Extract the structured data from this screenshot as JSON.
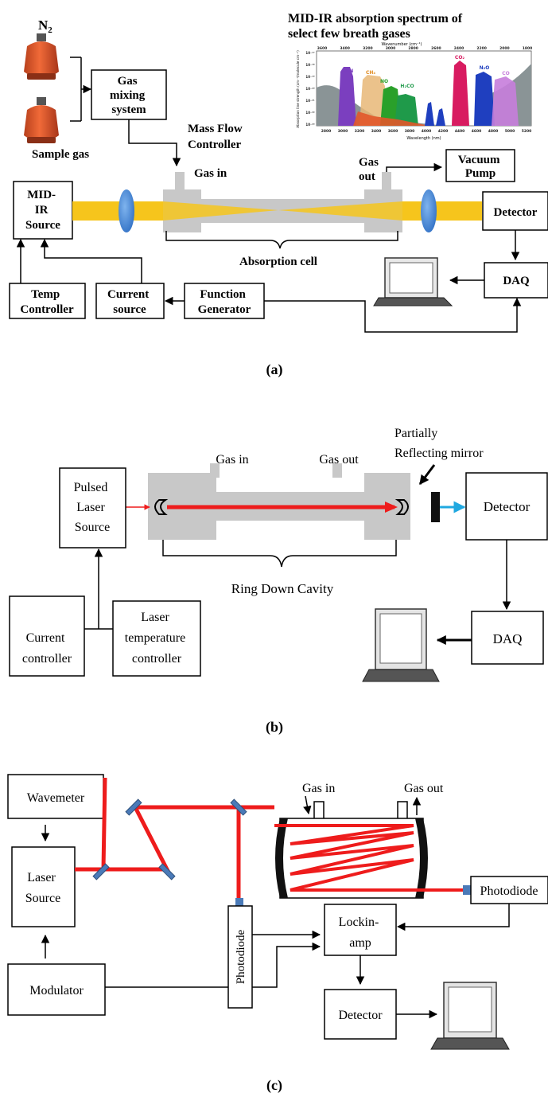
{
  "panel_a": {
    "caption": "(a)",
    "n2_label": "N",
    "n2_subscript": "2",
    "sample_gas_label": "Sample gas",
    "gas_mixing_label_1": "Gas",
    "gas_mixing_label_2": "mixing",
    "gas_mixing_label_3": "system",
    "mfc_label_1": "Mass Flow",
    "mfc_label_2": "Controller",
    "gas_in_label": "Gas in",
    "gas_out_label_1": "Gas",
    "gas_out_label_2": "out",
    "vacuum_pump_label_1": "Vacuum",
    "vacuum_pump_label_2": "Pump",
    "source_label_1": "MID-",
    "source_label_2": "IR",
    "source_label_3": "Source",
    "detector_label": "Detector",
    "absorption_cell_label": "Absorption cell",
    "daq_label": "DAQ",
    "temp_controller_label_1": "Temp",
    "temp_controller_label_2": "Controller",
    "current_source_label_1": "Current",
    "current_source_label_2": "source",
    "function_generator_label_1": "Function",
    "function_generator_label_2": "Generator",
    "spectrum_title_1": "MID-IR absorption spectrum of",
    "spectrum_title_2": "select few breath gases",
    "spectrum_top_axis_label": "Wavenumber (cm⁻¹)",
    "spectrum_bottom_axis_label": "Wavelength (nm)",
    "spectrum_y_axis_label": "Absorption line strength (cm⁻¹/molecule cm⁻²)",
    "spectrum_top_ticks": [
      "3600",
      "3400",
      "3200",
      "3000",
      "2800",
      "2600",
      "2400",
      "2200",
      "2000",
      "1800"
    ],
    "spectrum_bottom_ticks": [
      "2800",
      "3000",
      "3200",
      "3400",
      "3600",
      "3800",
      "4000",
      "4200",
      "4400",
      "4600",
      "4800",
      "5000",
      "5200"
    ],
    "spectrum_y_ticks": [
      "10⁻¹⁷",
      "10⁻¹⁸",
      "10⁻¹⁹",
      "10⁻²⁰",
      "10⁻²¹",
      "10⁻²²",
      "10⁻²³"
    ],
    "gas_labels": [
      {
        "name": "HCN",
        "color": "#7b3fbf"
      },
      {
        "name": "CH₄",
        "color": "#e08a1e"
      },
      {
        "name": "NO",
        "color": "#2aa02a"
      },
      {
        "name": "H₂CO",
        "color": "#1f9a4a"
      },
      {
        "name": "CO₂",
        "color": "#d81b60"
      },
      {
        "name": "N₂O",
        "color": "#1f3fbf"
      },
      {
        "name": "CO",
        "color": "#c77ddb"
      }
    ]
  },
  "panel_b": {
    "caption": "(b)",
    "gas_in_label": "Gas in",
    "gas_out_label": "Gas out",
    "mirror_label_1": "Partially",
    "mirror_label_2": "Reflecting mirror",
    "pulsed_laser_label_1": "Pulsed",
    "pulsed_laser_label_2": "Laser",
    "pulsed_laser_label_3": "Source",
    "detector_label": "Detector",
    "ring_down_label": "Ring Down Cavity",
    "current_controller_label_1": "Current",
    "current_controller_label_2": "controller",
    "laser_temp_label_1": "Laser",
    "laser_temp_label_2": "temperature",
    "laser_temp_label_3": "controller",
    "daq_label": "DAQ"
  },
  "panel_c": {
    "caption": "(c)",
    "wavemeter_label": "Wavemeter",
    "laser_source_label_1": "Laser",
    "laser_source_label_2": "Source",
    "modulator_label": "Modulator",
    "gas_in_label": "Gas in",
    "gas_out_label": "Gas out",
    "photodiode_vertical_label": "Photodiode",
    "photodiode_right_label": "Photodiode",
    "lockin_label_1": "Lockin-",
    "lockin_label_2": "amp",
    "detector_label": "Detector"
  },
  "colors": {
    "ir_beam": "#f6c51c",
    "lens": "#3b83d6",
    "cell_gray": "#c8c8c8",
    "laser_red": "#ee1c1c",
    "blue_arrow": "#20a8e0",
    "mirror_blue": "#4a7ab8",
    "cylinder_orange": "#e2572a",
    "spectrum_bg": "#d9dde0"
  }
}
